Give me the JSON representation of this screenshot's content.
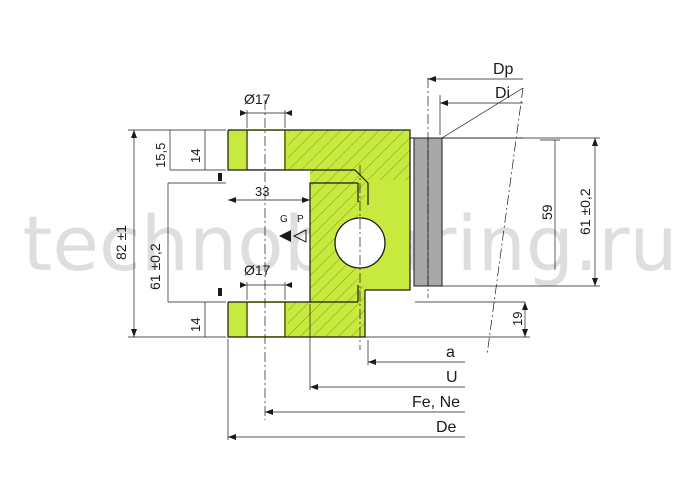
{
  "watermark": "technobearing.ru",
  "colors": {
    "ring_fill": "#c8ea3e",
    "hatch": "#6b8a1a",
    "outline": "#1a1a1a",
    "seal": "#a8a8a8",
    "watermark": "#d9d9d9"
  },
  "labels": {
    "dp": "Dp",
    "di": "Di",
    "hole_top": "Ø17",
    "hole_bottom": "Ø17",
    "h_15_5": "15,5",
    "h_14_top": "14",
    "h_14_bottom": "14",
    "h_82": "82 ±1",
    "h_61_left": "61 ±0,2",
    "h_61_right": "61 ±0,2",
    "h_59": "59",
    "h_19": "19",
    "w_33": "33",
    "marker_g": "G",
    "marker_p": "P",
    "a": "a",
    "u": "U",
    "fe_ne": "Fe, Ne",
    "de": "De"
  }
}
